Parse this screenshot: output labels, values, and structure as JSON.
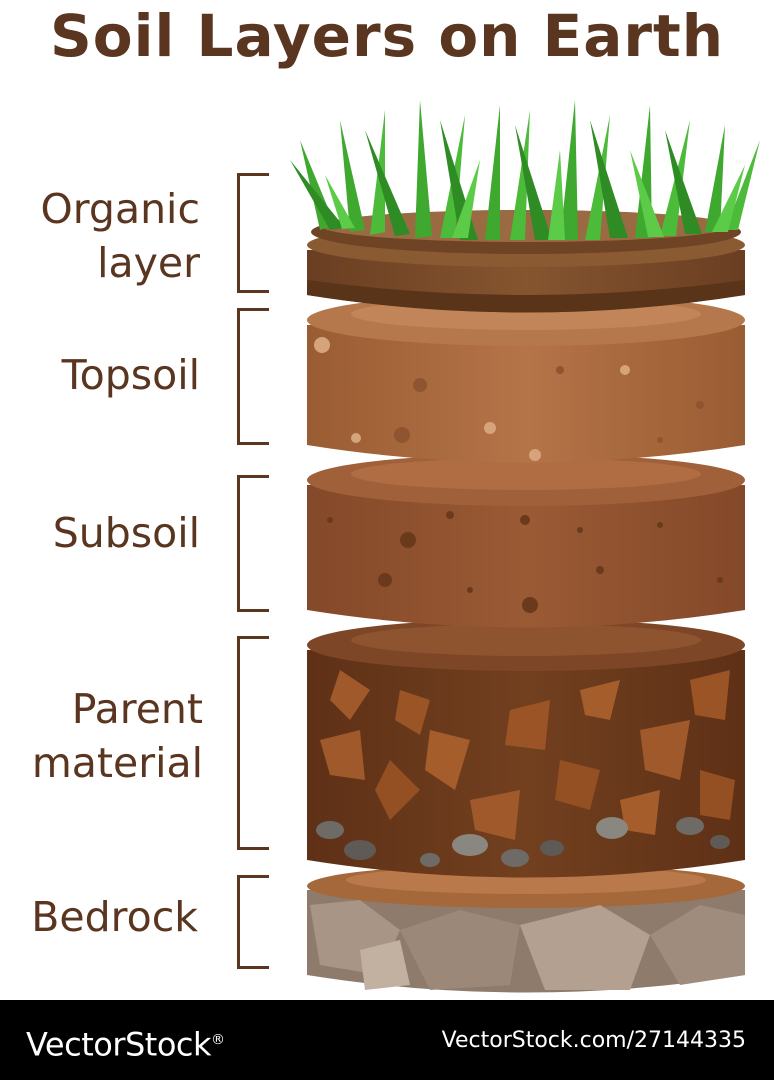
{
  "title": "Soil Layers on Earth",
  "layers": [
    {
      "label": "Organic\nlayer"
    },
    {
      "label": "Topsoil"
    },
    {
      "label": "Subsoil"
    },
    {
      "label": "Parent\nmaterial"
    },
    {
      "label": "Bedrock"
    }
  ],
  "footer": {
    "brand": "VectorStock",
    "brand_mark": "®",
    "image_ref": "VectorStock.com/27144335"
  },
  "colors": {
    "text": "#5a3520",
    "grass": "#3fa82f",
    "organic": "#7a4a2a",
    "topsoil": "#a8683d",
    "subsoil": "#93532d",
    "parent": "#6e3a1c",
    "bedrock": "#8c7a6a"
  }
}
